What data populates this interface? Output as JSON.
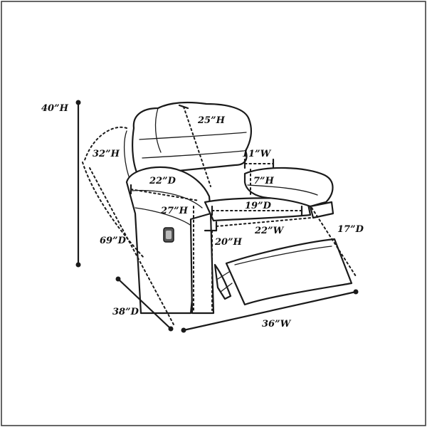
{
  "dimensions": {
    "height_total": "40”H",
    "back_height": "25”H",
    "arm_width": "11”W",
    "headrest_arc": "32”H",
    "arm_depth": "22”D",
    "arm_height": "7”H",
    "side_height": "27”H",
    "seat_depth": "19”D",
    "reclined_depth": "69”D",
    "seat_width": "22”W",
    "footrest_depth": "17”D",
    "seat_height": "20”H",
    "overall_depth": "38”D",
    "overall_width": "36”W"
  }
}
